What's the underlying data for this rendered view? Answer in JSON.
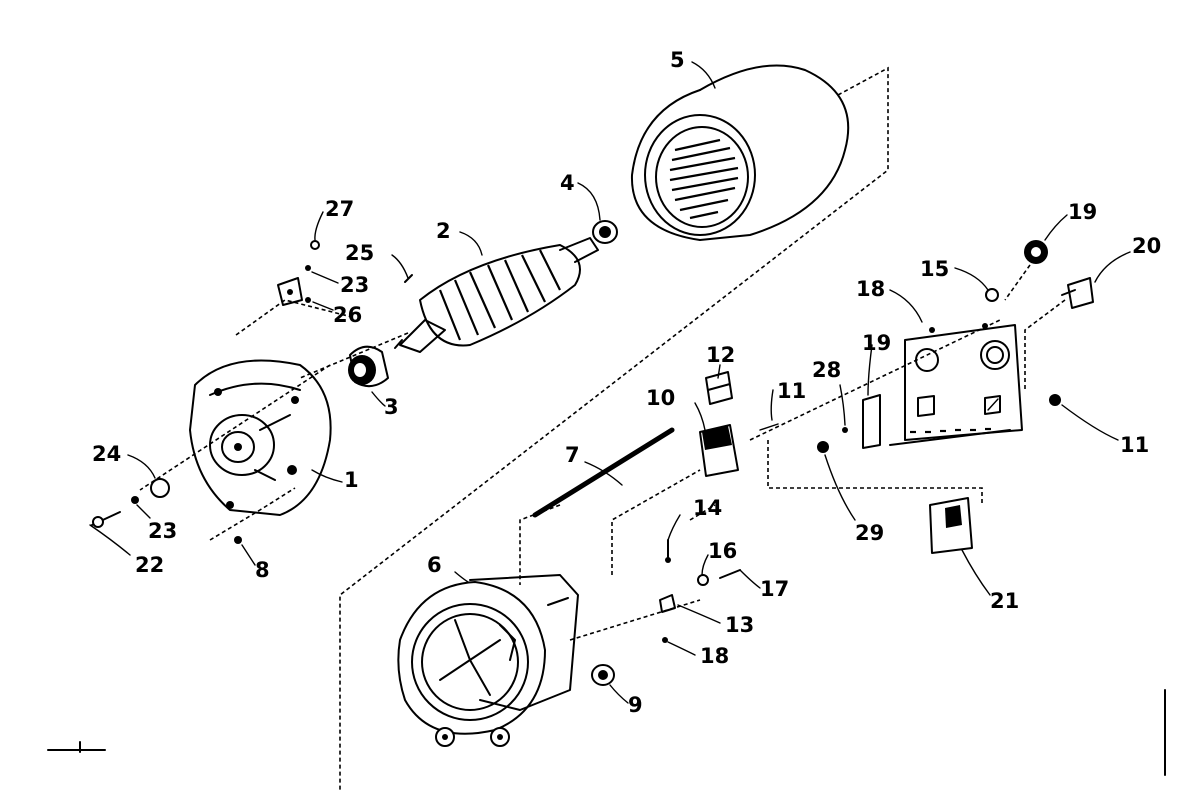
{
  "diagram": {
    "type": "exploded-parts-diagram",
    "colors": {
      "ink": "#000000",
      "paper": "#ffffff"
    },
    "callouts": [
      {
        "id": "c-1",
        "label": "1"
      },
      {
        "id": "c-2",
        "label": "2"
      },
      {
        "id": "c-3",
        "label": "3"
      },
      {
        "id": "c-4",
        "label": "4"
      },
      {
        "id": "c-5",
        "label": "5"
      },
      {
        "id": "c-6",
        "label": "6"
      },
      {
        "id": "c-7",
        "label": "7"
      },
      {
        "id": "c-8",
        "label": "8"
      },
      {
        "id": "c-9",
        "label": "9"
      },
      {
        "id": "c-10",
        "label": "10"
      },
      {
        "id": "c-11a",
        "label": "11"
      },
      {
        "id": "c-11b",
        "label": "11"
      },
      {
        "id": "c-12",
        "label": "12"
      },
      {
        "id": "c-13",
        "label": "13"
      },
      {
        "id": "c-14",
        "label": "14"
      },
      {
        "id": "c-15",
        "label": "15"
      },
      {
        "id": "c-16",
        "label": "16"
      },
      {
        "id": "c-17",
        "label": "17"
      },
      {
        "id": "c-18a",
        "label": "18"
      },
      {
        "id": "c-18b",
        "label": "18"
      },
      {
        "id": "c-19a",
        "label": "19"
      },
      {
        "id": "c-19b",
        "label": "19"
      },
      {
        "id": "c-20",
        "label": "20"
      },
      {
        "id": "c-21",
        "label": "21"
      },
      {
        "id": "c-22",
        "label": "22"
      },
      {
        "id": "c-23a",
        "label": "23"
      },
      {
        "id": "c-23b",
        "label": "23"
      },
      {
        "id": "c-24",
        "label": "24"
      },
      {
        "id": "c-25",
        "label": "25"
      },
      {
        "id": "c-26",
        "label": "26"
      },
      {
        "id": "c-27",
        "label": "27"
      },
      {
        "id": "c-28",
        "label": "28"
      },
      {
        "id": "c-29",
        "label": "29"
      }
    ]
  }
}
